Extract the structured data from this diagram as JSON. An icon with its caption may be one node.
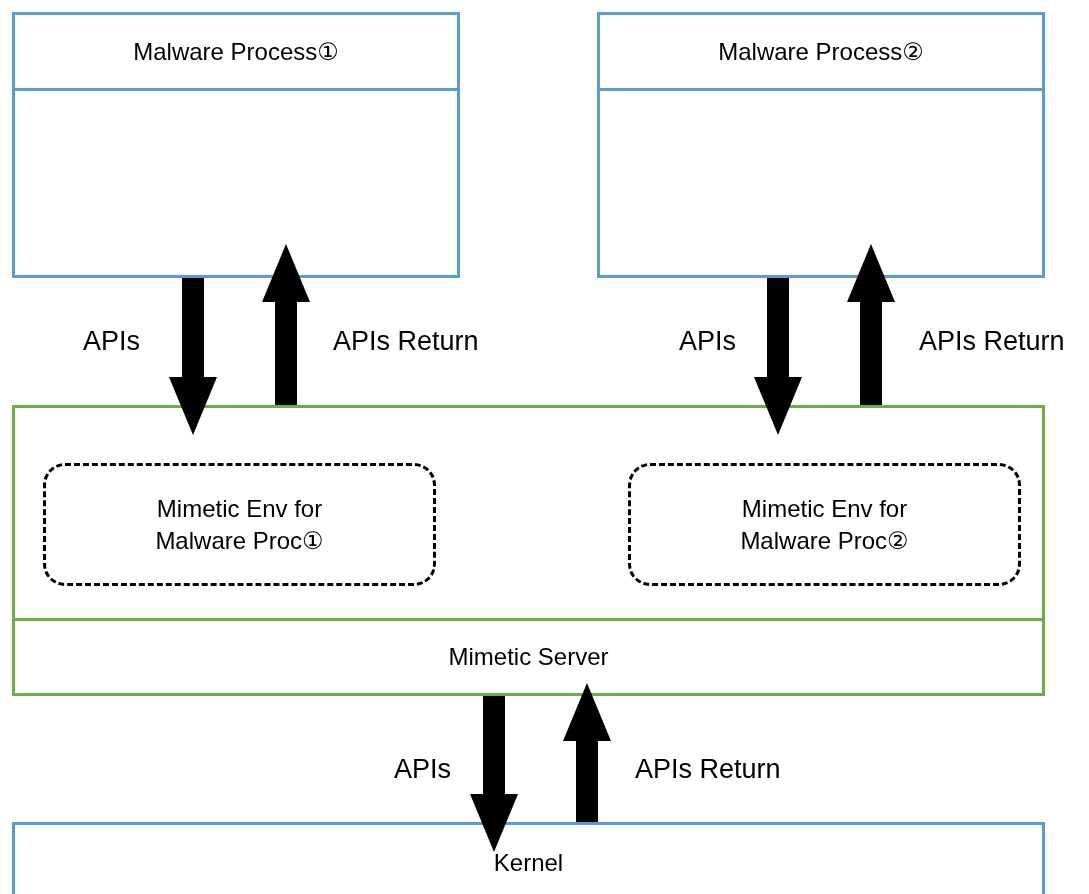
{
  "diagram": {
    "nodes": [
      {
        "text": [
          "Malware Process①"
        ]
      },
      {
        "text": [
          "Malware Process②"
        ]
      },
      {
        "text": [
          "Mimetic Server"
        ]
      },
      {
        "text": [
          "Mimetic Env for Malware Proc①"
        ],
        "in": 2
      },
      {
        "text": [
          "Mimetic Env for Malware Proc②"
        ],
        "in": 2
      },
      {
        "text": [
          "Kernel"
        ]
      }
    ],
    "edges": [
      {
        "from": 0,
        "to": 2,
        "arrow": "to",
        "label": "APIs"
      },
      {
        "from": 2,
        "to": 0,
        "arrow": "to",
        "label": "APIs Return"
      },
      {
        "from": 1,
        "to": 2,
        "arrow": "to",
        "label": "APIs"
      },
      {
        "from": 2,
        "to": 1,
        "arrow": "to",
        "label": "APIs Return"
      },
      {
        "from": 2,
        "to": 5,
        "arrow": "to",
        "label": "APIs"
      },
      {
        "from": 5,
        "to": 2,
        "arrow": "to",
        "label": "APIs Return"
      }
    ]
  }
}
